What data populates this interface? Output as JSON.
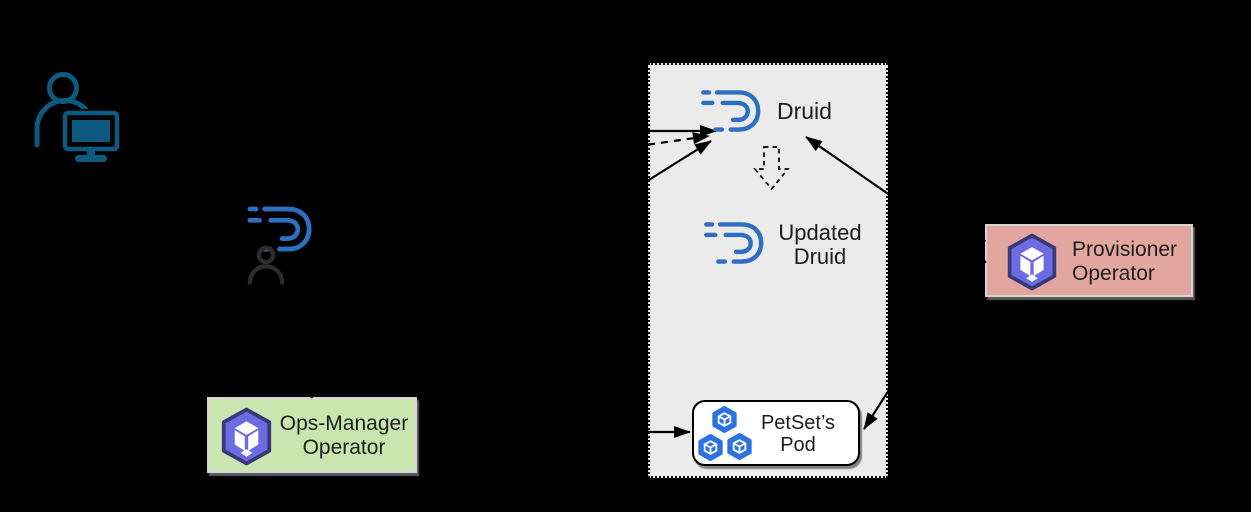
{
  "diagram": {
    "background": "#000000",
    "colors": {
      "druid_blue": "#2d6fc1",
      "user_icon_teal": "#0d597f",
      "person_dark": "#2d2d2d",
      "cluster_fill": "#ebebeb",
      "pod_blue": "#2b73e0",
      "operator_purple_fill": "#6b6ce1",
      "operator_purple_outline": "#3b3877",
      "provisioner_fill": "#e2a69f",
      "ops_manager_fill": "#c9e6b0",
      "arrow_color": "#000000",
      "text_color": "#1d1d1d"
    },
    "nodes": {
      "user_workstation": {
        "icon": "user-at-computer-icon"
      },
      "druid_user": {
        "icon": "druid-logo-with-person-icon"
      },
      "druid": {
        "label": "Druid",
        "icon": "druid-logo-icon"
      },
      "updated_druid": {
        "label": "Updated Druid",
        "lines": [
          "Updated",
          "Druid"
        ],
        "icon": "druid-logo-icon"
      },
      "petset_pod": {
        "label": "PetSet’s Pod",
        "lines": [
          "PetSet’s",
          "Pod"
        ],
        "icon": "pods-icon"
      },
      "provisioner_operator": {
        "label": "Provisioner Operator",
        "lines": [
          "Provisioner",
          "Operator"
        ],
        "icon": "operator-icon"
      },
      "ops_manager_operator": {
        "label": "Ops-Manager Operator",
        "lines": [
          "Ops-Manager",
          "Operator"
        ],
        "icon": "operator-icon"
      }
    },
    "edges": [
      {
        "name": "arrow-into-druid-solid",
        "style": "solid"
      },
      {
        "name": "arrow-into-druid-dashed",
        "style": "dashed"
      },
      {
        "name": "arrow-lower-left-to-druid",
        "style": "solid"
      },
      {
        "name": "arrow-druid-to-updated-druid",
        "style": "dashed-hollow"
      },
      {
        "name": "arrow-right-to-druid",
        "style": "solid"
      },
      {
        "name": "arrow-right-to-petset-pod",
        "style": "solid"
      },
      {
        "name": "arrow-left-to-petset-pod",
        "style": "solid"
      },
      {
        "name": "arrow-dashed-into-provisioner",
        "style": "dashed"
      },
      {
        "name": "arrow-down-into-ops-manager",
        "style": "solid"
      }
    ]
  }
}
